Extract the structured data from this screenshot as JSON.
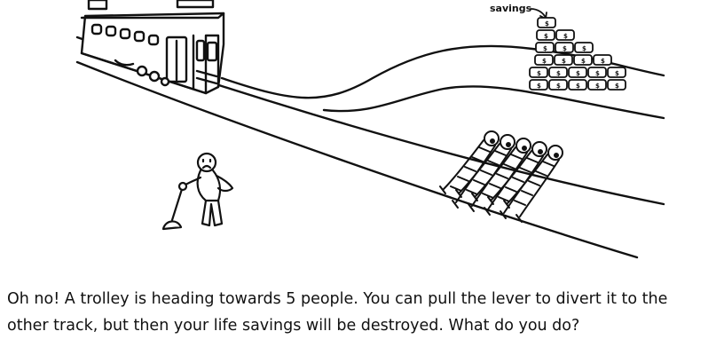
{
  "scene": {
    "savings_label": "savings",
    "money_symbol": "$",
    "people_count": 5
  },
  "caption": {
    "line1": "Oh no! A trolley is heading towards 5 people. You can pull the lever to divert it to the",
    "line2": "other track, but then your life savings will be destroyed. What do you do?"
  },
  "colors": {
    "ink": "#111111",
    "background": "#ffffff"
  }
}
